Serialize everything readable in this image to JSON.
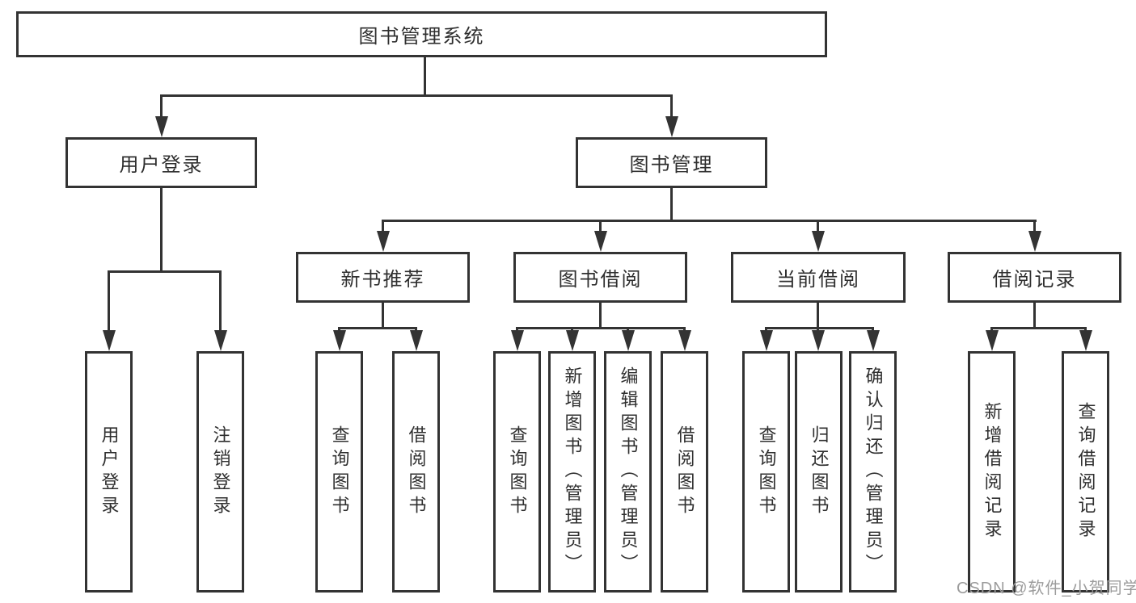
{
  "diagram": {
    "root": {
      "label": "图书管理系统"
    },
    "level2": {
      "user_login": "用户登录",
      "book_management": "图书管理"
    },
    "level3": {
      "new_book": "新书推荐",
      "book_borrow": "图书借阅",
      "current_borrow": "当前借阅",
      "borrow_record": "借阅记录"
    },
    "leaves": {
      "user_login": [
        "用户登录",
        "注销登录"
      ],
      "new_book": [
        "查询图书",
        "借阅图书"
      ],
      "book_borrow": [
        "查询图书",
        "新增图书（管理员）",
        "编辑图书（管理员）",
        "借阅图书"
      ],
      "current_borrow": [
        "查询图书",
        "归还图书",
        "确认归还（管理员）"
      ],
      "borrow_record": [
        "新增借阅记录",
        "查询借阅记录"
      ]
    }
  },
  "watermark": {
    "text": "CSDN @软件_小贺同学"
  },
  "colors": {
    "line": "#333333",
    "background": "#ffffff",
    "watermark": "#9c9c9c"
  }
}
